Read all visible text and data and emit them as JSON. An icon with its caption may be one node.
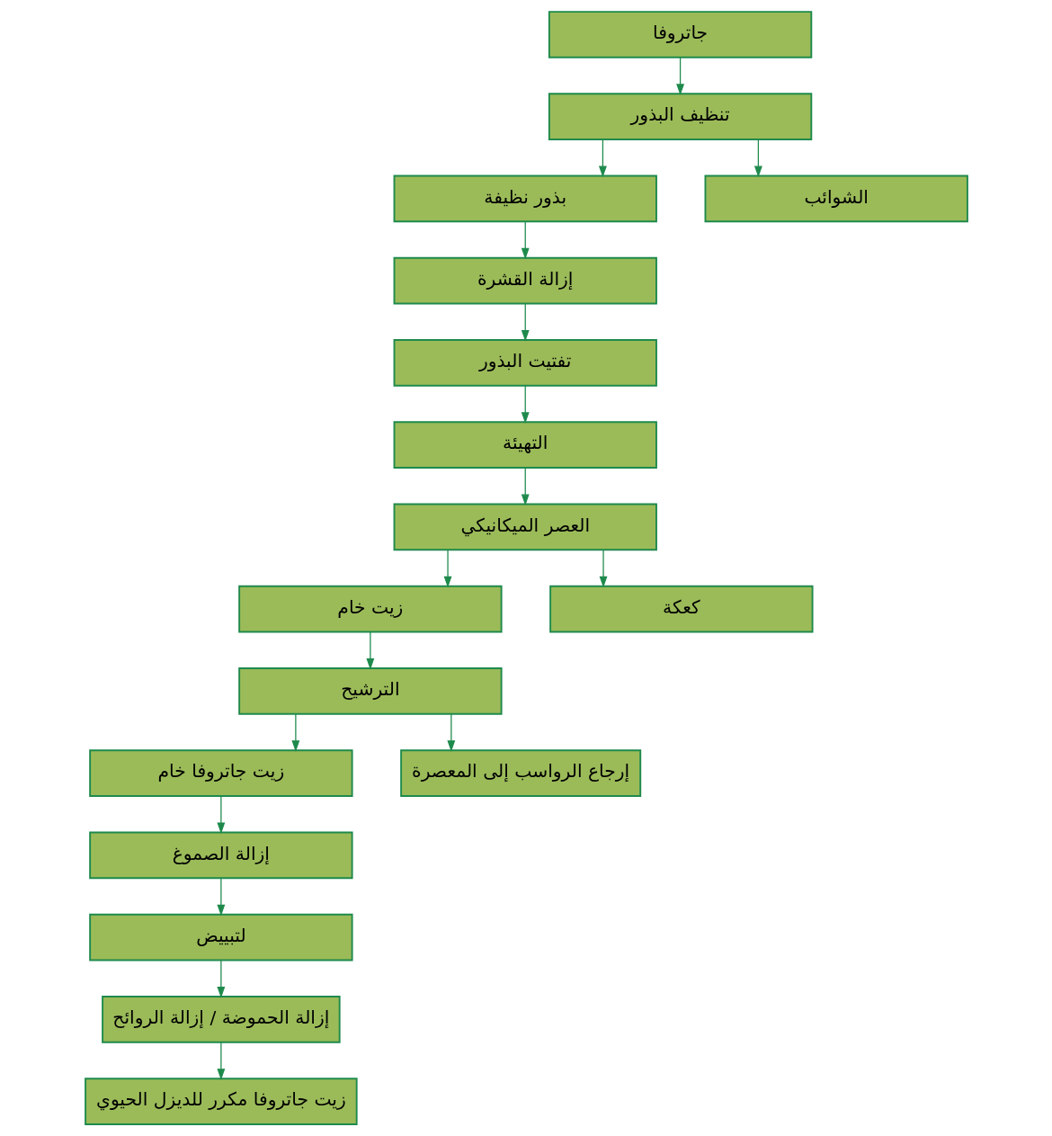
{
  "diagram": {
    "nodes": [
      {
        "text": [
          "جاتروفا"
        ]
      },
      {
        "text": [
          "تنظيف البذور"
        ]
      },
      {
        "text": [
          "بذور نظيفة"
        ]
      },
      {
        "text": [
          "الشوائب"
        ]
      },
      {
        "text": [
          "إزالة القشرة"
        ]
      },
      {
        "text": [
          "تفتيت البذور"
        ]
      },
      {
        "text": [
          "التهيئة"
        ]
      },
      {
        "text": [
          "العصر الميكانيكي"
        ]
      },
      {
        "text": [
          "زيت خام"
        ]
      },
      {
        "text": [
          "كعكة"
        ]
      },
      {
        "text": [
          "الترشيح"
        ]
      },
      {
        "text": [
          "زيت جاتروفا خام"
        ]
      },
      {
        "text": [
          "إرجاع الرواسب إلى المعصرة"
        ]
      },
      {
        "text": [
          "إزالة الصموغ"
        ]
      },
      {
        "text": [
          "لتبييض"
        ]
      },
      {
        "text": [
          "إزالة الحموضة / إزالة الروائح"
        ]
      },
      {
        "text": [
          "زيت جاتروفا مكرر للديزل الحيوي"
        ]
      }
    ],
    "edges": [
      {
        "from": 0,
        "to": 1,
        "arrow": "to"
      },
      {
        "from": 1,
        "to": 2,
        "arrow": "to"
      },
      {
        "from": 1,
        "to": 3,
        "arrow": "to"
      },
      {
        "from": 2,
        "to": 4,
        "arrow": "to"
      },
      {
        "from": 4,
        "to": 5,
        "arrow": "to"
      },
      {
        "from": 5,
        "to": 6,
        "arrow": "to"
      },
      {
        "from": 6,
        "to": 7,
        "arrow": "to"
      },
      {
        "from": 7,
        "to": 8,
        "arrow": "to"
      },
      {
        "from": 7,
        "to": 9,
        "arrow": "to"
      },
      {
        "from": 8,
        "to": 10,
        "arrow": "to"
      },
      {
        "from": 10,
        "to": 11,
        "arrow": "to"
      },
      {
        "from": 10,
        "to": 12,
        "arrow": "to"
      },
      {
        "from": 11,
        "to": 13,
        "arrow": "to"
      },
      {
        "from": 13,
        "to": 14,
        "arrow": "to"
      },
      {
        "from": 14,
        "to": 15,
        "arrow": "to"
      },
      {
        "from": 15,
        "to": 16,
        "arrow": "to"
      }
    ]
  }
}
